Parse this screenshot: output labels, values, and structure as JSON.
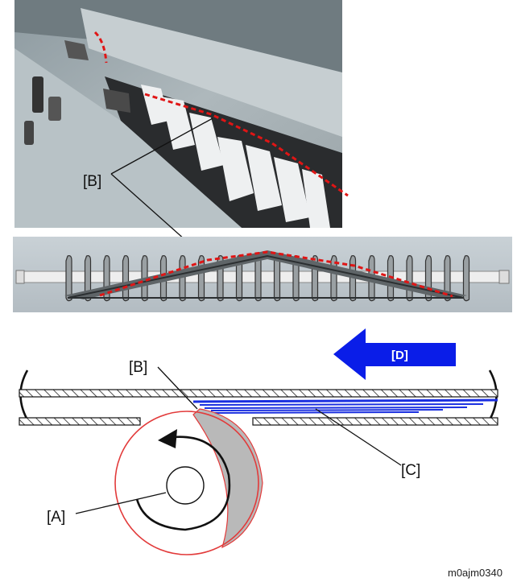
{
  "labels": {
    "b_photo": "[B]",
    "b_diagram": "[B]",
    "a": "[A]",
    "c": "[C]",
    "d": "[D]"
  },
  "figure_code": "m0ajm0340",
  "colors": {
    "highlight_dash": "#e01515",
    "arrow_blue": "#0a1de8",
    "paper_blue": "#1a2fe0",
    "roller_red": "#e23a3a",
    "pad_gray": "#b9b9b9"
  }
}
